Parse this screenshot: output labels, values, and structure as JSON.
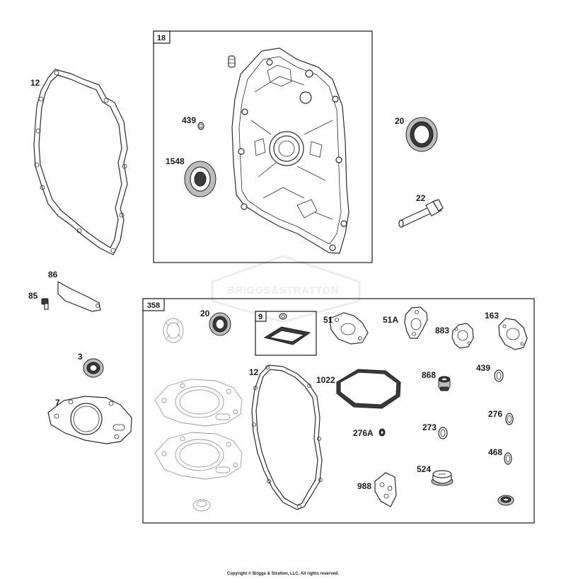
{
  "watermark": "BRIGGS&STRATTON",
  "copyright": "Copyright © Briggs & Stratton, LLC. All rights reserved.",
  "boxes": {
    "crankcase_kit": "18",
    "gasket_set": "358",
    "gasket_kit": "9"
  },
  "callouts": {
    "c12": "12",
    "c439": "439",
    "c1548": "1548",
    "c20": "20",
    "c22": "22",
    "c86": "86",
    "c85": "85",
    "c3": "3",
    "c7": "7",
    "s20": "20",
    "s51": "51",
    "s51a": "51A",
    "s883": "883",
    "s163": "163",
    "s12": "12",
    "s1022": "1022",
    "s868": "868",
    "s439": "439",
    "s276": "276",
    "s276a": "276A",
    "s273": "273",
    "s468": "468",
    "s524": "524",
    "s988": "988"
  },
  "colors": {
    "line": "#2a2a2a",
    "watermark": "#ececec",
    "background": "#ffffff"
  }
}
